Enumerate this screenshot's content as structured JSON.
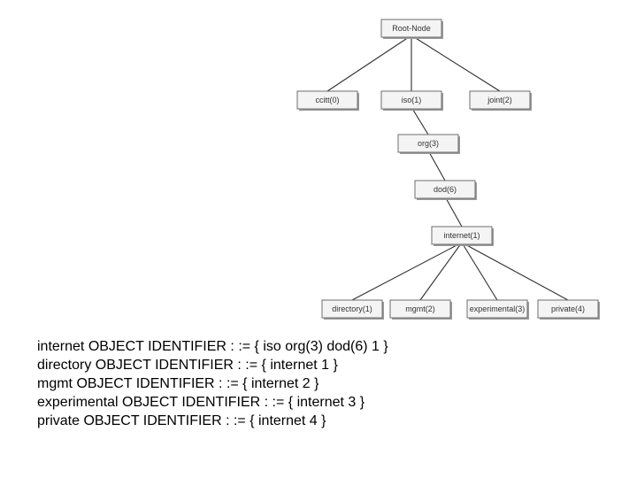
{
  "tree": {
    "nodes": {
      "root": "Root-Node",
      "ccitt": "ccitt(0)",
      "iso": "iso(1)",
      "joint": "joint(2)",
      "org": "org(3)",
      "dod": "dod(6)",
      "internet": "internet(1)",
      "directory": "directory(1)",
      "mgmt": "mgmt(2)",
      "experimental": "experimental(3)",
      "private": "private(4)"
    }
  },
  "definitions": [
    "internet OBJECT IDENTIFIER : := { iso org(3) dod(6) 1 }",
    "directory OBJECT IDENTIFIER : := { internet 1 }",
    "mgmt OBJECT IDENTIFIER : := { internet 2 }",
    "experimental OBJECT IDENTIFIER : := { internet 3 }",
    "private OBJECT IDENTIFIER : := { internet 4 }"
  ]
}
